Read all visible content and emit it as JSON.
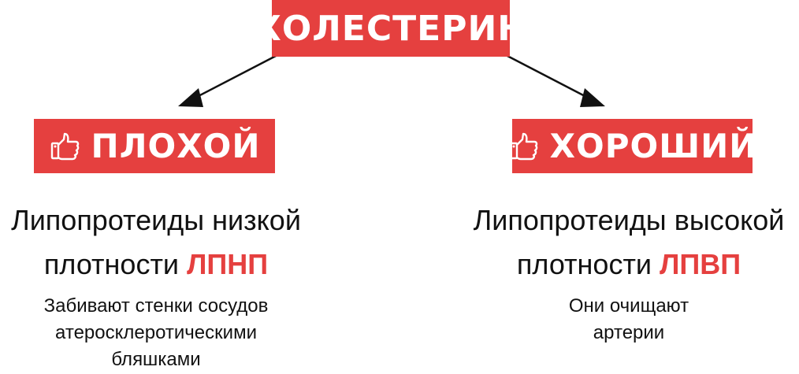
{
  "title": "ХОЛЕСТЕРИН",
  "colors": {
    "accent": "#e5403f",
    "text": "#111111",
    "box_text": "#ffffff"
  },
  "bad": {
    "icon": "thumbs-up-icon",
    "label": "ПЛОХОЙ",
    "heading_line1": "Липопротеиды низкой",
    "heading_line2_prefix": "плотности",
    "heading_abbr": "ЛПНП",
    "description": [
      "Забивают стенки сосудов",
      "атеросклеротическими",
      "бляшками"
    ]
  },
  "good": {
    "icon": "thumbs-up-icon",
    "label": "ХОРОШИЙ",
    "heading_line1": "Липопротеиды высокой",
    "heading_line2_prefix": "плотности",
    "heading_abbr": "ЛПВП",
    "description": [
      "Они очищают",
      "артерии"
    ]
  }
}
